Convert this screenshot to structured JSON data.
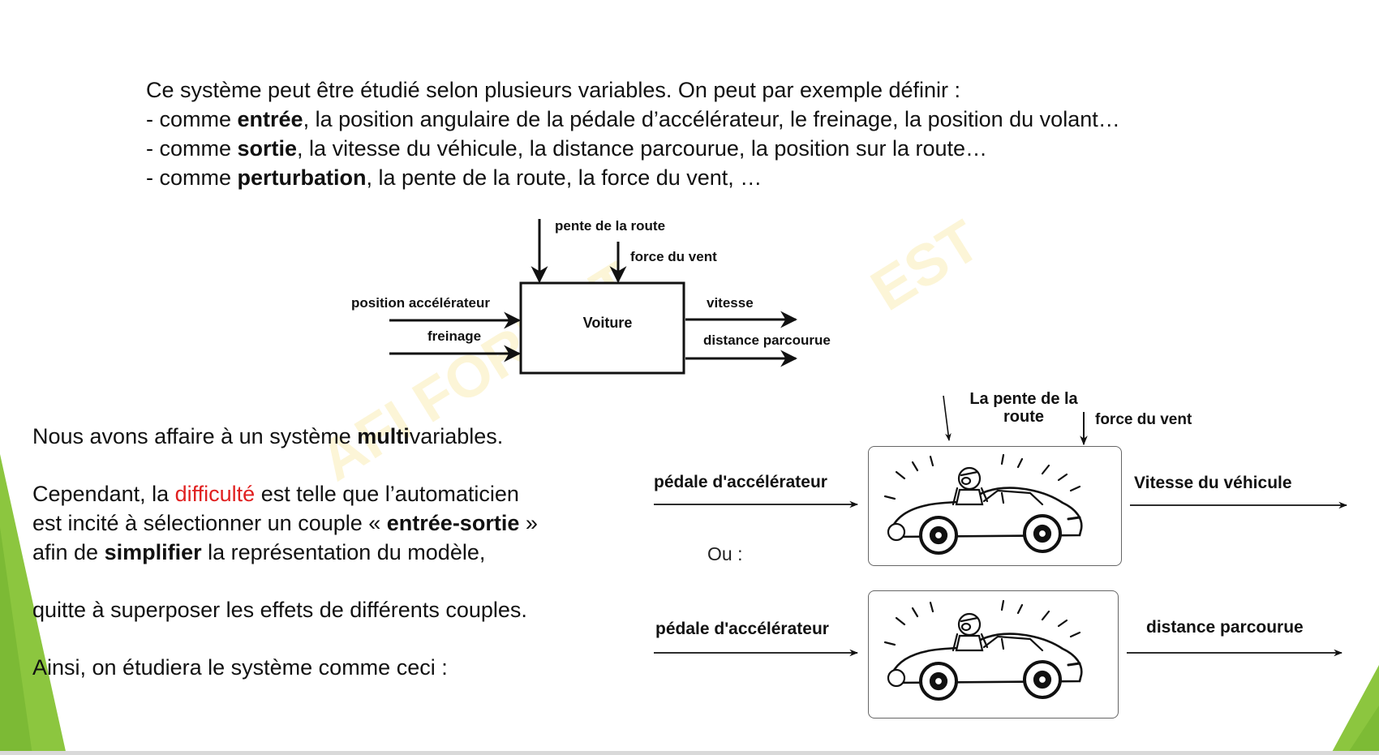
{
  "intro": {
    "line1": "Ce système peut être étudié selon plusieurs variables. On peut par exemple définir :",
    "line2_prefix": "- comme ",
    "line2_bold": "entrée",
    "line2_rest": ", la position angulaire de la pédale d’accélérateur, le freinage, la position du volant…",
    "line3_prefix": "- comme ",
    "line3_bold": "sortie",
    "line3_rest": ", la vitesse du véhicule, la distance parcourue, la position sur la route…",
    "line4_prefix": "- comme ",
    "line4_bold": "perturbation",
    "line4_rest": ", la pente de la route, la force du vent, …"
  },
  "block_diagram": {
    "system": "Voiture",
    "inputs": [
      "position accélérateur",
      "freinage"
    ],
    "outputs": [
      "vitesse",
      "distance parcourue"
    ],
    "disturbances": [
      "pente de la route",
      "force du vent"
    ]
  },
  "left_text": {
    "p1_prefix": "Nous avons affaire à un système ",
    "p1_bold": "multi",
    "p1_rest": "variables.",
    "p2_a": "Cependant, la ",
    "p2_red": "difficulté",
    "p2_b": " est telle que l’automaticien",
    "p2_c": "est incité à sélectionner un couple « ",
    "p2_bold": "entrée-sortie",
    "p2_d": " »",
    "p2_e": "afin de ",
    "p2_bold2": "simplifier",
    "p2_f": " la représentation du modèle,",
    "p3": "quitte à superposer les effets de différents couples.",
    "p4": "Ainsi, on étudiera le système comme ceci :"
  },
  "car_diagram_1": {
    "disturbance1_line1": "La pente de la",
    "disturbance1_line2": "route",
    "disturbance2": "force du vent",
    "input": "pédale d'accélérateur",
    "output": "Vitesse du véhicule"
  },
  "separator": "Ou :",
  "car_diagram_2": {
    "input": "pédale d'accélérateur",
    "output": "distance parcourue"
  },
  "watermark": {
    "text1": "AFI FORMAT",
    "text2": "EST"
  },
  "colors": {
    "accent_green": "#8cc63f",
    "highlight_red": "#e02020"
  }
}
